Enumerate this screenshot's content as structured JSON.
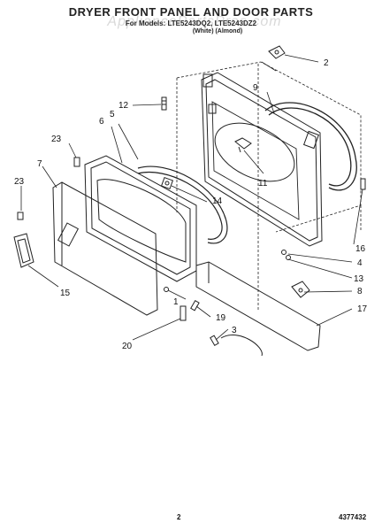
{
  "header": {
    "title": "DRYER FRONT PANEL AND DOOR PARTS",
    "subtitle": "For Models: LTE5243DQ2, LTE5243DZ2",
    "variants": "(White)        (Almond)"
  },
  "watermark": "AppliancePartsPros.com",
  "callouts": [
    {
      "id": "c1",
      "text": "1"
    },
    {
      "id": "c2",
      "text": "2"
    },
    {
      "id": "c3",
      "text": "3"
    },
    {
      "id": "c4",
      "text": "4"
    },
    {
      "id": "c5",
      "text": "5"
    },
    {
      "id": "c6",
      "text": "6"
    },
    {
      "id": "c7",
      "text": "7"
    },
    {
      "id": "c8",
      "text": "8"
    },
    {
      "id": "c9",
      "text": "9"
    },
    {
      "id": "c11",
      "text": "11"
    },
    {
      "id": "c12",
      "text": "12"
    },
    {
      "id": "c13",
      "text": "13"
    },
    {
      "id": "c14",
      "text": "14"
    },
    {
      "id": "c15",
      "text": "15"
    },
    {
      "id": "c16",
      "text": "16"
    },
    {
      "id": "c17",
      "text": "17"
    },
    {
      "id": "c19",
      "text": "19"
    },
    {
      "id": "c20",
      "text": "20"
    },
    {
      "id": "c23a",
      "text": "23"
    },
    {
      "id": "c23b",
      "text": "23"
    }
  ],
  "footer": {
    "page": "2",
    "doc_number": "4377432"
  }
}
